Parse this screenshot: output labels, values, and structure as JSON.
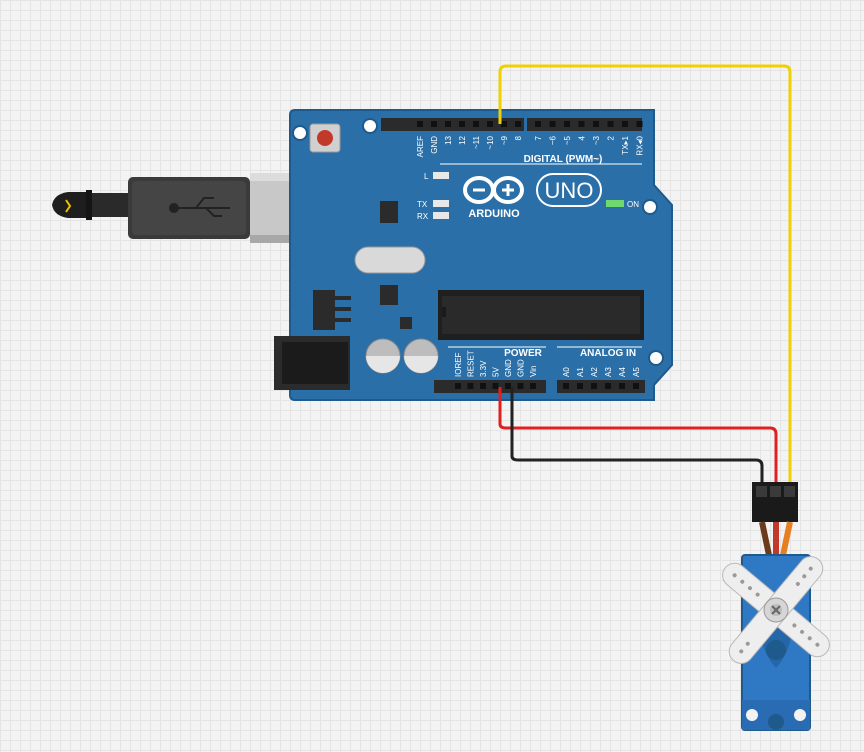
{
  "board": {
    "brand": "ARDUINO",
    "model": "UNO",
    "on_label": "ON",
    "led_l": "L",
    "led_tx": "TX",
    "led_rx": "RX",
    "digital_label": "DIGITAL (PWM~)",
    "power_label": "POWER",
    "analog_label": "ANALOG IN",
    "digital_pins": [
      "AREF",
      "GND",
      "13",
      "12",
      "~11",
      "~10",
      "~9",
      "8",
      "7",
      "~6",
      "~5",
      "4",
      "~3",
      "2",
      "TX▸1",
      "RX◂0"
    ],
    "power_pins": [
      "IOREF",
      "RESET",
      "3.3V",
      "5V",
      "GND",
      "GND",
      "Vin"
    ],
    "analog_pins": [
      "A0",
      "A1",
      "A2",
      "A3",
      "A4",
      "A5"
    ]
  },
  "colors": {
    "board": "#2a6fa8",
    "board_edge": "#1f5a8c",
    "header": "#2b2b2b",
    "wire_signal": "#f0d000",
    "wire_power": "#e02020",
    "wire_ground": "#222222",
    "servo": "#2f78c4",
    "horn": "#eeeeee"
  }
}
